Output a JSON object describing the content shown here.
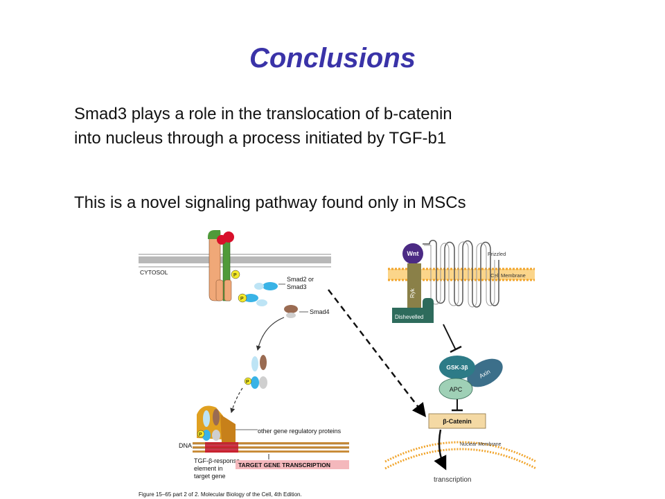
{
  "slide": {
    "title": "Conclusions",
    "points": [
      "Smad3 plays a role in the translocation of  b-catenin\ninto nucleus through a process initiated by TGF-b1",
      "This is a novel signaling pathway found only in MSCs"
    ]
  },
  "tgf_panel": {
    "cytosol_label": "CYTOSOL",
    "smad23_label": "Smad2 or\nSmad3",
    "smad4_label": "Smad4",
    "other_proteins_label": "other gene regulatory proteins",
    "dna_label": "DNA",
    "response_element_label": "TGF-β-response\nelement in\ntarget gene",
    "transcription_label": "TARGET GENE TRANSCRIPTION",
    "phospho_label": "P",
    "caption": "Figure 15–65 part 2 of 2. Molecular Biology of the Cell, 4th Edition."
  },
  "wnt_panel": {
    "wnt_label": "Wnt",
    "frizzled_label": "Frizzled",
    "membrane_label": "Cell Membrane",
    "ryk_label": "Ryk",
    "dishevelled_label": "Dishevelled",
    "gsk_label": "GSK-3β",
    "axin_label": "Axin",
    "apc_label": "APC",
    "catenin_label": "β-Catenin",
    "nuclear_membrane_label": "Nuclear Membrane",
    "transcription_label": "transcription"
  },
  "colors": {
    "title": "#3a33a8",
    "wnt_purple": "#4b2a84",
    "ryk_olive": "#8a8048",
    "dishevelled_teal": "#2e6b5c",
    "gsk_teal": "#2d7b87",
    "axin_blue": "#3c6f8a",
    "apc_mint": "#9fd0b6",
    "catenin_tan": "#f4d9a4",
    "membrane_orange": "#f1a52d",
    "receptor_green": "#4f9a3a",
    "receptor_orange": "#f0a878",
    "ligand_red": "#d8102a",
    "phospho_yellow": "#f4ea2a",
    "smad_blue": "#39b3e6",
    "smad4_brown": "#9a6b52",
    "transcription_pink": "#f4b8bc"
  }
}
